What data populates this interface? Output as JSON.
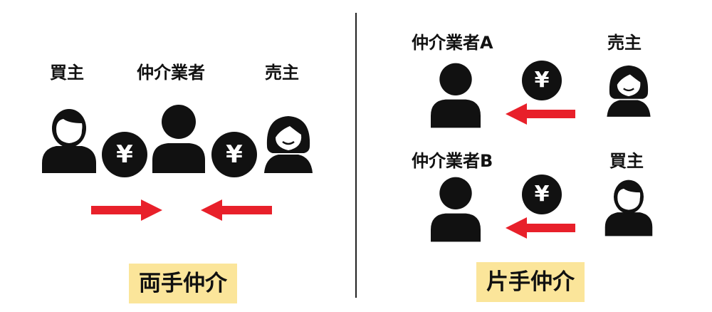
{
  "left_panel": {
    "labels": {
      "buyer": "買主",
      "broker": "仲介業者",
      "seller": "売主"
    },
    "coins": [
      "¥",
      "¥"
    ],
    "caption": "両手仲介"
  },
  "right_panel": {
    "top": {
      "broker": "仲介業者A",
      "seller": "売主",
      "coin": "¥"
    },
    "bottom": {
      "broker": "仲介業者B",
      "buyer": "買主",
      "coin": "¥"
    },
    "caption": "片手仲介"
  },
  "colors": {
    "arrow": "#e8202a",
    "icon": "#111111",
    "caption_bg": "#fbe59a"
  }
}
